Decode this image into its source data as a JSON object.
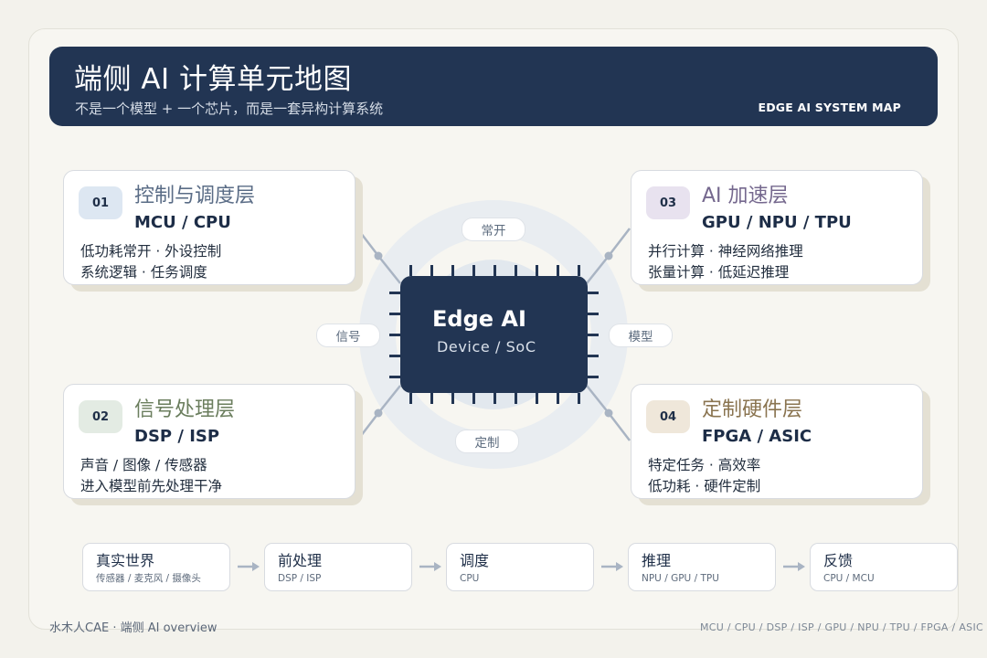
{
  "header": {
    "title": "端侧 AI 计算单元地图",
    "subtitle": "不是一个模型 + 一个芯片，而是一套异构计算系统",
    "tag": "EDGE AI SYSTEM MAP"
  },
  "layers": [
    {
      "num": "01",
      "name": "控制与调度层",
      "chip": "MCU / CPU",
      "desc": [
        "低功耗常开 · 外设控制",
        "系统逻辑 · 任务调度"
      ],
      "accent": "#5a6c86",
      "badge_bg": "#dde7f2"
    },
    {
      "num": "02",
      "name": "信号处理层",
      "chip": "DSP / ISP",
      "desc": [
        "声音 / 图像 / 传感器",
        "进入模型前先处理干净"
      ],
      "accent": "#6b7e5e",
      "badge_bg": "#e3ebe3"
    },
    {
      "num": "03",
      "name": "AI 加速层",
      "chip": "GPU / NPU / TPU",
      "desc": [
        "并行计算 · 神经网络推理",
        "张量计算 · 低延迟推理"
      ],
      "accent": "#75688e",
      "badge_bg": "#e8e2ef"
    },
    {
      "num": "04",
      "name": "定制硬件层",
      "chip": "FPGA / ASIC",
      "desc": [
        "特定任务 · 高效率",
        "低功耗 · 硬件定制"
      ],
      "accent": "#8a7450",
      "badge_bg": "#efe7da"
    }
  ],
  "center": {
    "title": "Edge AI",
    "subtitle": "Device / SoC",
    "pills": {
      "top": "常开",
      "left": "信号",
      "right": "模型",
      "bottom": "定制"
    }
  },
  "pipeline": [
    {
      "title": "真实世界",
      "sub": "传感器 / 麦克风 / 摄像头"
    },
    {
      "title": "前处理",
      "sub": "DSP / ISP"
    },
    {
      "title": "调度",
      "sub": "CPU"
    },
    {
      "title": "推理",
      "sub": "NPU / GPU / TPU"
    },
    {
      "title": "反馈",
      "sub": "CPU / MCU"
    }
  ],
  "footer": {
    "left": "水木人CAE · 端侧 AI overview",
    "right": "MCU / CPU / DSP / ISP / GPU / NPU / TPU / FPGA / ASIC"
  },
  "colors": {
    "navy": "#223553",
    "connector": "#a9b4c3",
    "ring": "#e9edf1",
    "ring_inner": "#e2e8ee"
  }
}
